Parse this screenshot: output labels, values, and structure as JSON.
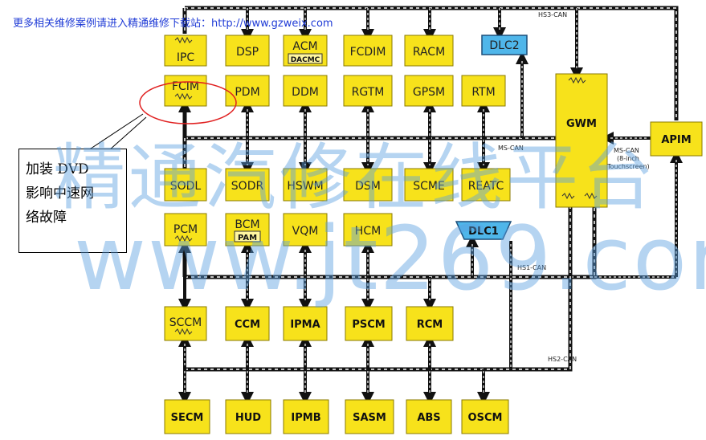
{
  "header_text": "更多相关维修案例请进入精通维修下载站：http://www.gzweix.com",
  "callout": {
    "lines": [
      "加装 DVD",
      "影响中速网",
      "络故障"
    ]
  },
  "watermark": {
    "line1": "精通汽修在线平台",
    "line2": "www.jt269.com"
  },
  "buses": {
    "hs3": "HS3-CAN",
    "ms": "MS-CAN",
    "ms_apim": [
      "MS-CAN",
      "(8-inch",
      "Touchscreen)"
    ],
    "hs1": "HS1-CAN",
    "hs2": "HS2-CAN"
  },
  "modules": {
    "ipc": "IPC",
    "dsp": "DSP",
    "acm": "ACM",
    "dacmc": "DACMC",
    "fcdim": "FCDIM",
    "racm": "RACM",
    "dlc2": "DLC2",
    "fcim": "FCIM",
    "pdm": "PDM",
    "ddm": "DDM",
    "rgtm": "RGTM",
    "gpsm": "GPSM",
    "rtm": "RTM",
    "gwm": "GWM",
    "apim": "APIM",
    "sodl": "SODL",
    "sodr": "SODR",
    "hswm": "HSWM",
    "dsm": "DSM",
    "scme": "SCME",
    "reatc": "REATC",
    "pcm": "PCM",
    "bcm": "BCM",
    "pam": "PAM",
    "vqm": "VQM",
    "hcm": "HCM",
    "dlc1": "DLC1",
    "sccm": "SCCM",
    "ccm": "CCM",
    "ipma": "IPMA",
    "pscm": "PSCM",
    "rcm": "RCM",
    "secm": "SECM",
    "hud": "HUD",
    "ipmb": "IPMB",
    "sasm": "SASM",
    "abs": "ABS",
    "oscm": "OSCM"
  },
  "colors": {
    "module_fill": "#f7e21b",
    "dlc_fill": "#4fb6ea",
    "highlight_circle": "#e02020",
    "header_text": "#1f3bd6",
    "bus_line": "#111111"
  }
}
